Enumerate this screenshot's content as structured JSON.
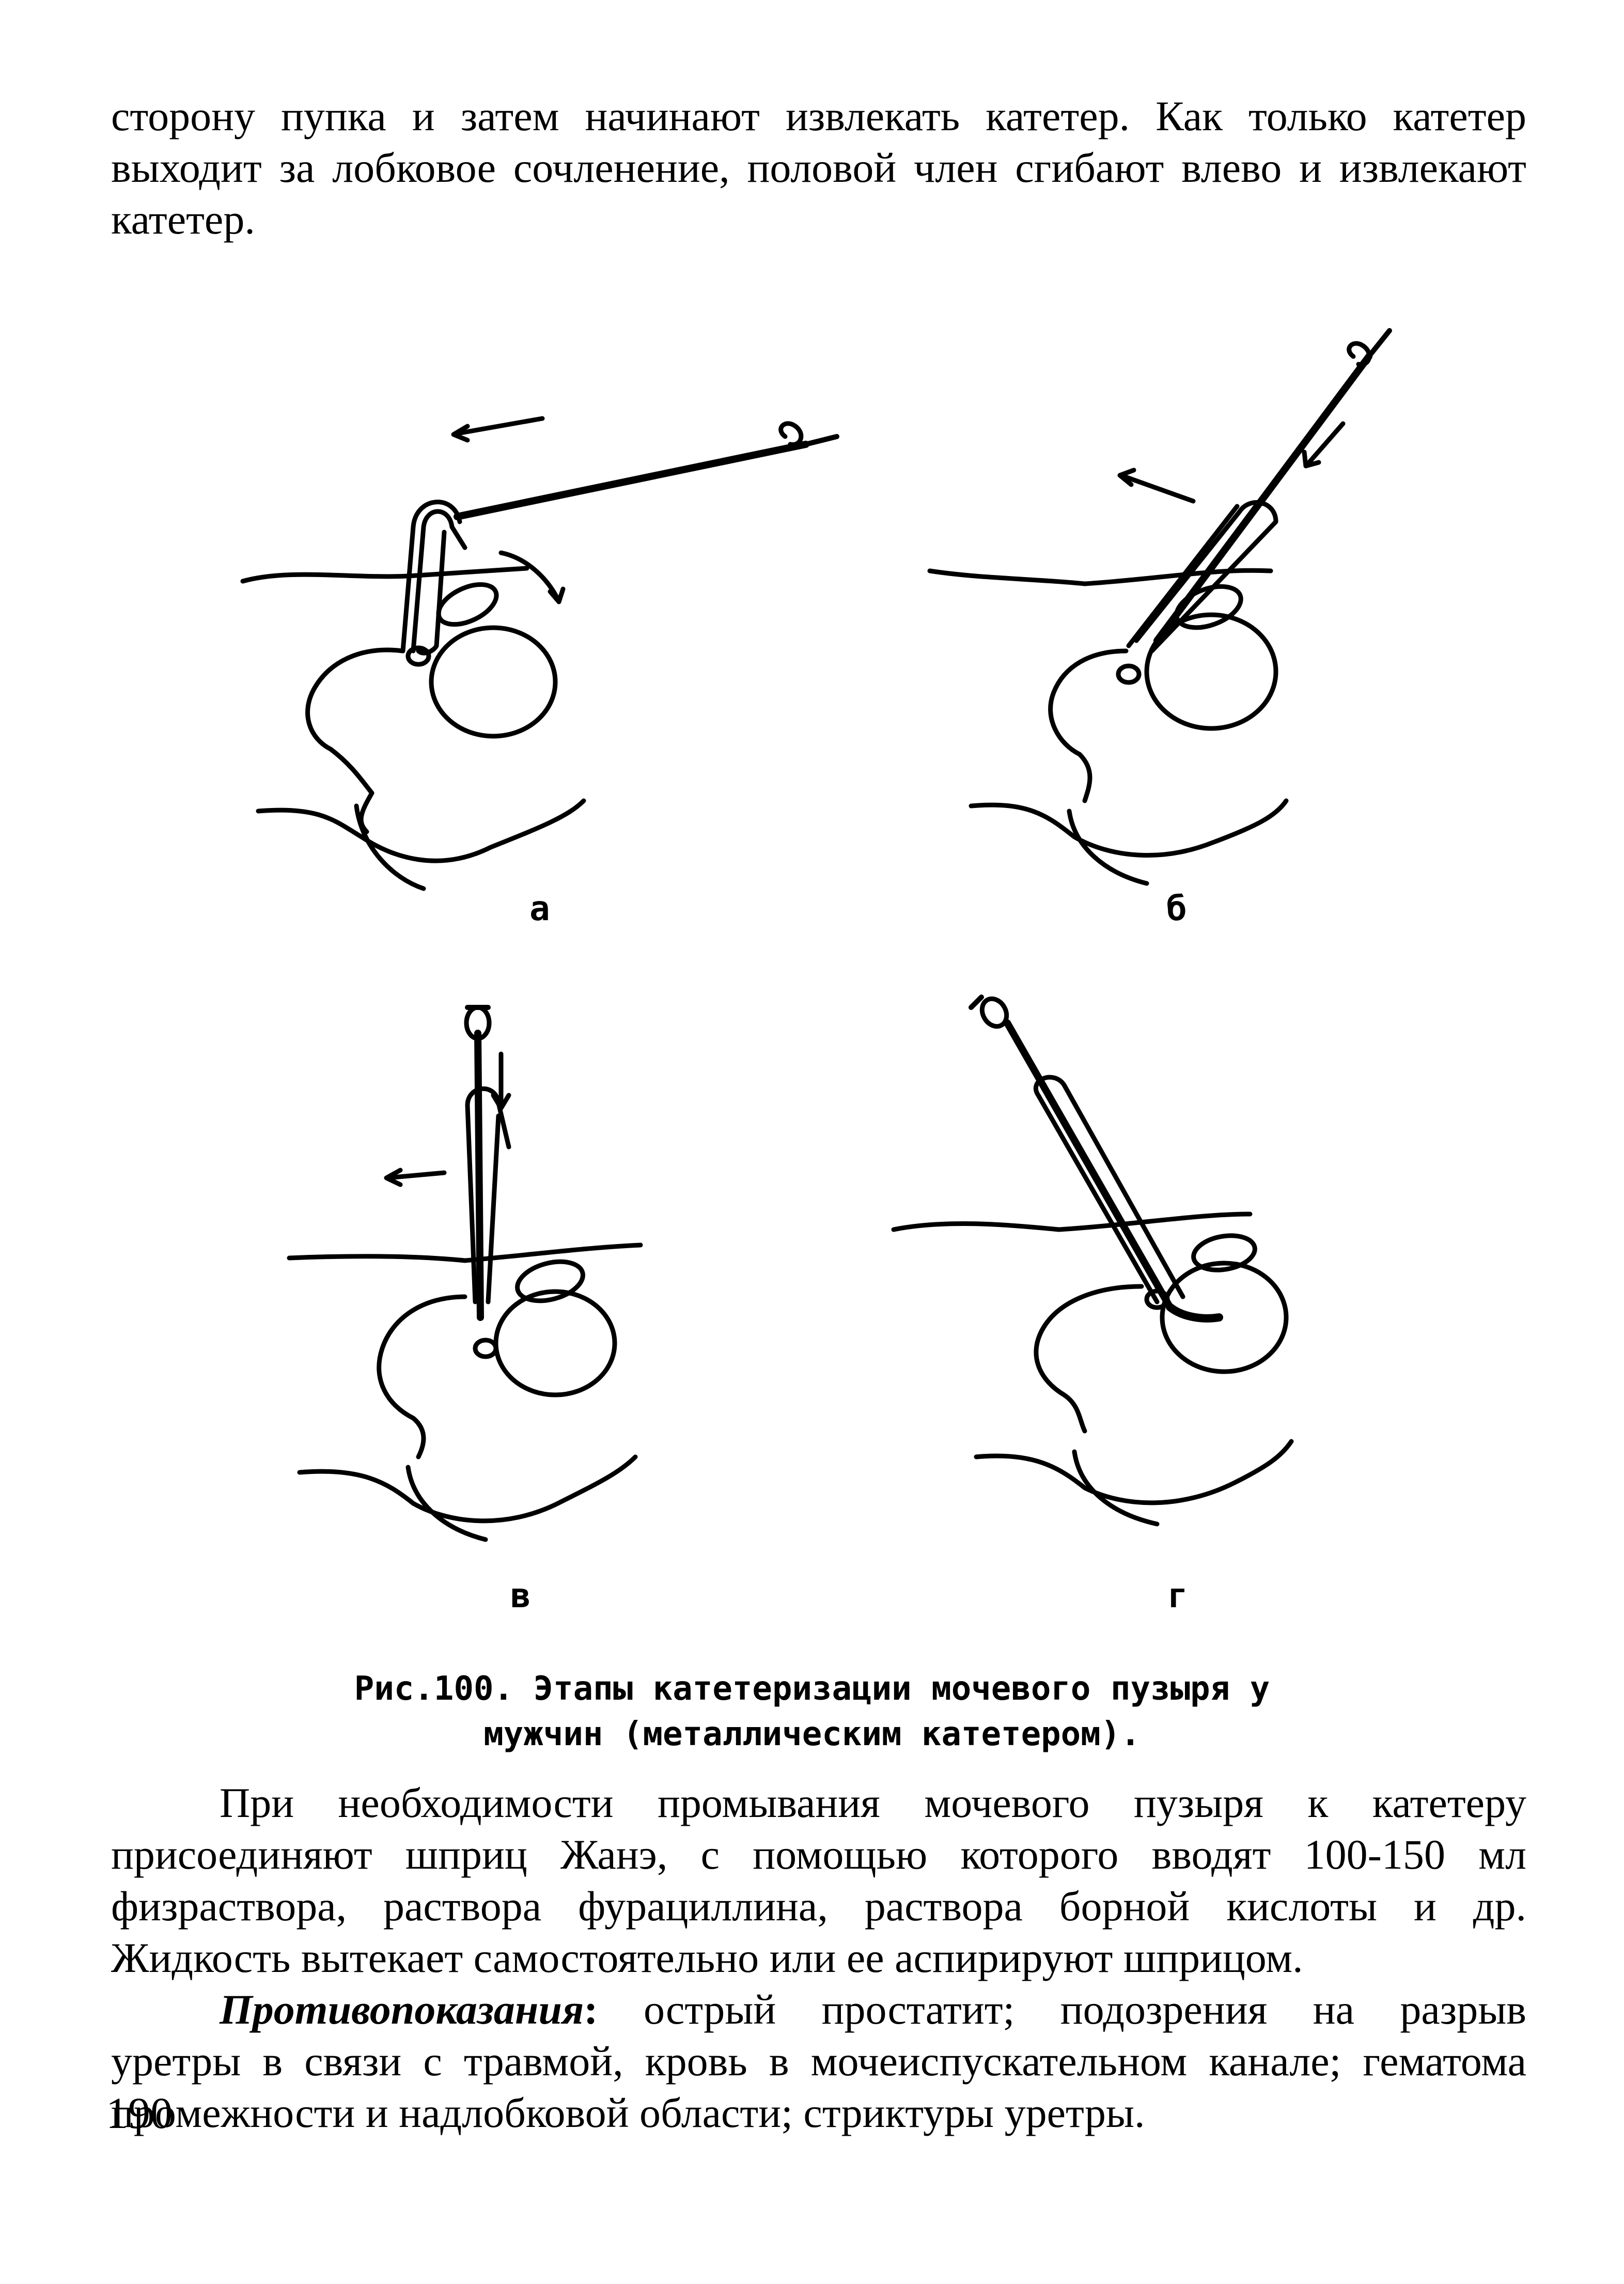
{
  "top_paragraph": {
    "line1": "сторону пупка и затем начинают извлекать катетер. Как только катетер",
    "line2": "выходит за лобковое сочленение, половой член сгибают влево и извлекают",
    "line3": "катетер."
  },
  "figure": {
    "panel_labels": [
      "а",
      "б",
      "в",
      "г"
    ],
    "caption_line1": "Рис.100. Этапы катетеризации мочевого пузыря у",
    "caption_line2": "мужчин (металлическим катетером)."
  },
  "body_paragraph": {
    "line1": "При необходимости промывания мочевого пузыря к катетеру",
    "line2": "присоединяют шприц Жанэ, с помощью которого вводят 100-150 мл",
    "line3": "физраствора, раствора фурациллина, раствора борной кислоты и др.",
    "line4": "Жидкость вытекает самостоятельно или ее аспирируют шприцом."
  },
  "contraindications": {
    "label": "Противопоказания",
    "colon": ":",
    "line1": "острый простатит; подозрения на разрыв",
    "line2": "уретры в связи с травмой, кровь в мочеиспускательном канале; гематома",
    "line3": "промежности и надлобковой области; стриктуры уретры."
  },
  "page_number": "190"
}
